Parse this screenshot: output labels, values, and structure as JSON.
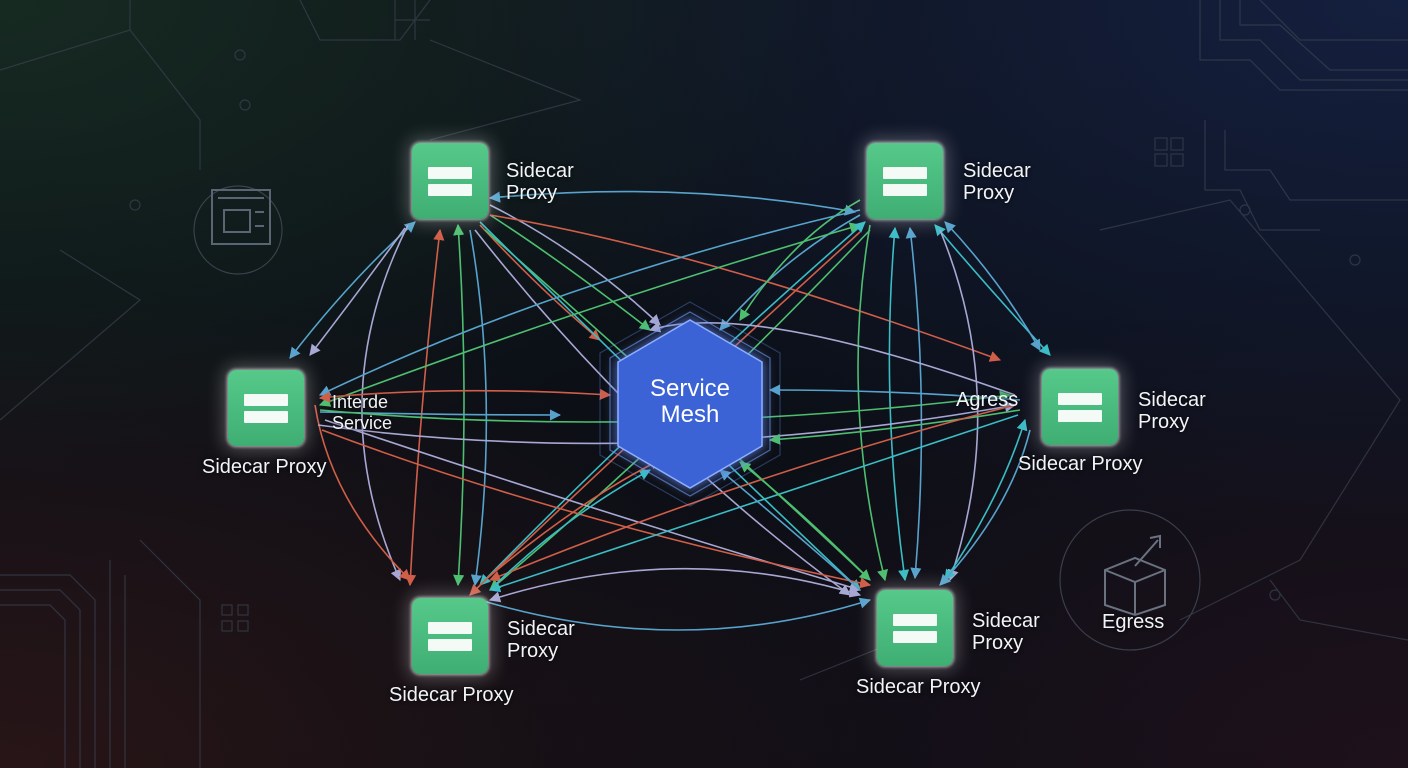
{
  "diagram": {
    "hub": {
      "label": "Service\nMesh"
    },
    "nodes": [
      {
        "id": "top-left",
        "label": "Sidecar\nProxy"
      },
      {
        "id": "top-right",
        "label": "Sidecar\nProxy"
      },
      {
        "id": "mid-left",
        "label": "Sidecar Proxy",
        "inline_label": "Interde\nService"
      },
      {
        "id": "mid-right",
        "label": "Sidecar\nProxy",
        "sub_label": "Sidecar Proxy",
        "inline_label": "Agress"
      },
      {
        "id": "bottom-left",
        "label": "Sidecar\nProxy",
        "sub_label": "Sidecar Proxy"
      },
      {
        "id": "bottom-right",
        "label": "Sidecar\nProxy",
        "sub_label": "Sidecar Proxy"
      }
    ],
    "egress": {
      "label": "Egress"
    },
    "icons": [
      "server-rack-icon",
      "package-box-icon",
      "circuit-board-icon"
    ],
    "colors": {
      "node_green": "#4dbf80",
      "hub_blue": "#3b63d6",
      "edge_blue": "#5fb3e0",
      "edge_red": "#e5674e",
      "edge_green": "#55d27a",
      "edge_lavender": "#b8b8e8",
      "edge_cyan": "#3fd0d8"
    }
  }
}
